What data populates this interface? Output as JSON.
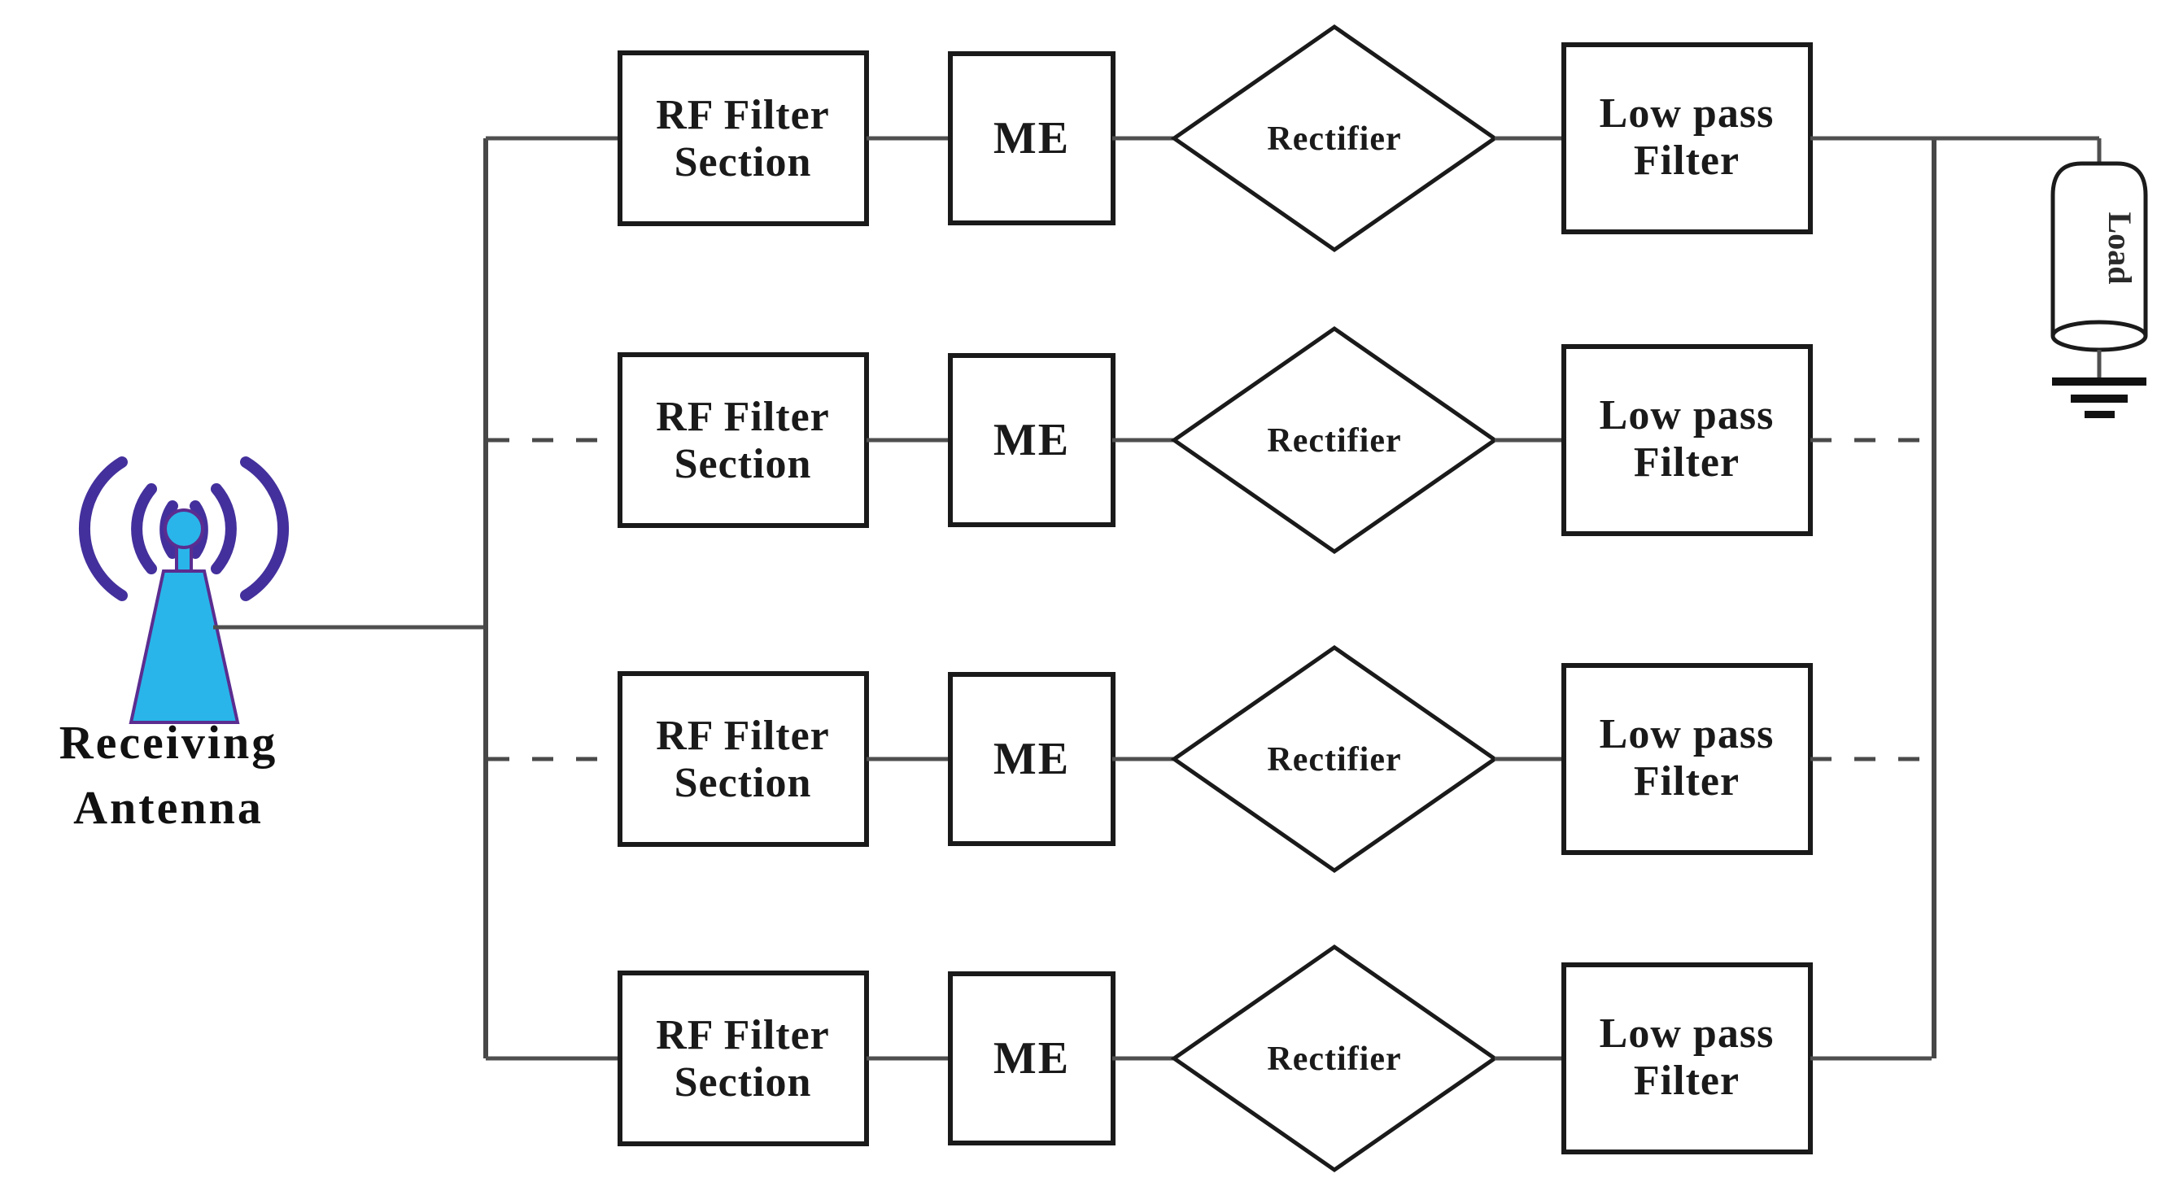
{
  "diagram": {
    "antenna": {
      "label_line1": "Receiving",
      "label_line2": "Antenna"
    },
    "load": {
      "label": "Load"
    },
    "rows": [
      {
        "rf_line1": "RF Filter",
        "rf_line2": "Section",
        "me_label": "ME",
        "rectifier_label": "Rectifier",
        "lpf_line1": "Low pass",
        "lpf_line2": "Filter",
        "left_link": "solid",
        "right_link": "solid"
      },
      {
        "rf_line1": "RF Filter",
        "rf_line2": "Section",
        "me_label": "ME",
        "rectifier_label": "Rectifier",
        "lpf_line1": "Low pass",
        "lpf_line2": "Filter",
        "left_link": "dashed",
        "right_link": "dashed"
      },
      {
        "rf_line1": "RF Filter",
        "rf_line2": "Section",
        "me_label": "ME",
        "rectifier_label": "Rectifier",
        "lpf_line1": "Low pass",
        "lpf_line2": "Filter",
        "left_link": "dashed",
        "right_link": "dashed"
      },
      {
        "rf_line1": "RF Filter",
        "rf_line2": "Section",
        "me_label": "ME",
        "rectifier_label": "Rectifier",
        "lpf_line1": "Low pass",
        "lpf_line2": "Filter",
        "left_link": "solid",
        "right_link": "solid"
      }
    ],
    "colors": {
      "background": "#ffffff",
      "antenna_body": "#29b5ea",
      "antenna_waves": "#44309c",
      "antenna_outline": "#5b2d90",
      "wire": "#4f4f4f",
      "box_border": "#1a1a1a",
      "text": "#1a1a1a"
    }
  }
}
